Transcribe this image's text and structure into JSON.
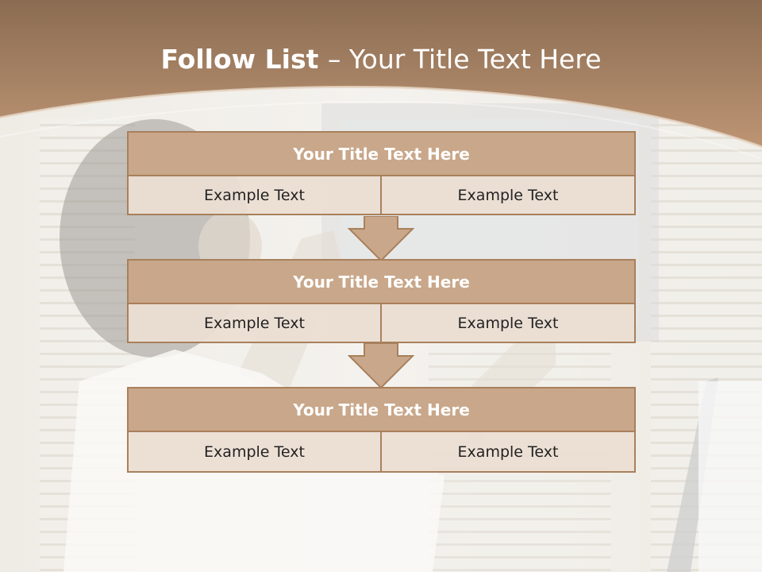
{
  "slide": {
    "title_bold": "Follow List ",
    "title_rest": " – Your Title Text Here"
  },
  "blocks": [
    {
      "title": "Your Title Text Here",
      "left": "Example Text",
      "right": "Example Text"
    },
    {
      "title": "Your Title Text Here",
      "left": "Example Text",
      "right": "Example Text"
    },
    {
      "title": "Your Title Text Here",
      "left": "Example Text",
      "right": "Example Text"
    }
  ],
  "colors": {
    "header": "#b08a68",
    "title_fill": "#c9a78a",
    "cell_fill": "#ebdecf",
    "border": "#a8805c"
  }
}
